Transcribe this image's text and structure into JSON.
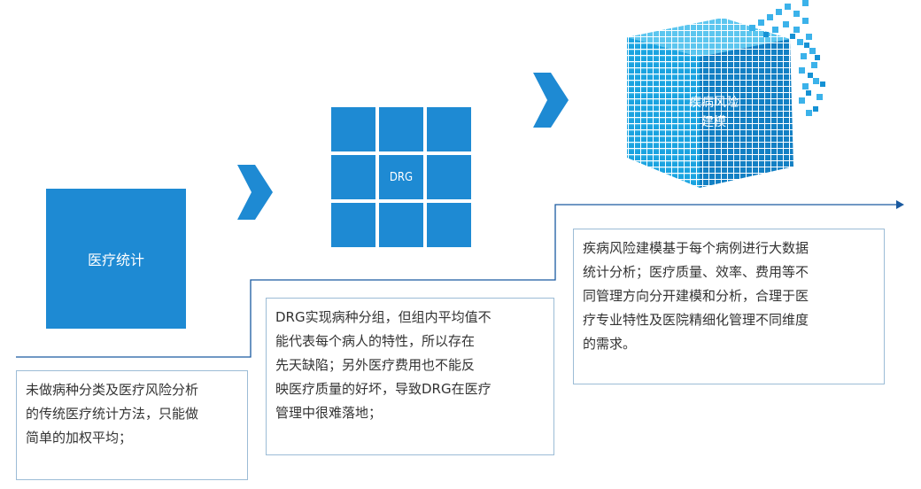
{
  "stages": [
    {
      "label": "医疗统计",
      "desc_lines": [
        "未做病种分类及医疗风险分析",
        "的传统医疗统计方法，只能做",
        "简单的加权平均；"
      ]
    },
    {
      "label": "DRG",
      "desc_lines": [
        "DRG实现病种分组，但组内平均值不",
        "能代表每个病人的特性，所以存在",
        "先天缺陷；另外医疗费用也不能反",
        "映医疗质量的好坏，导致DRG在医疗",
        "管理中很难落地；"
      ]
    },
    {
      "label_lines": [
        "疾病风险",
        "建模"
      ],
      "desc_lines": [
        "疾病风险建模基于每个病例进行大数据",
        "统计分析；医疗质量、效率、费用等不",
        "同管理方向分开建模和分析，合理于医",
        "疗专业特性及医院精细化管理不同维度",
        "的需求。"
      ]
    }
  ],
  "colors": {
    "primary": "#1e8ad3",
    "cube_front": "#1aa3e0",
    "cube_top": "#5cc6ef",
    "cube_side": "#1380c4",
    "line": "#1a5aa0",
    "box_border": "#9cbcd6"
  },
  "icons": [
    "chevron-right-arrow-icon",
    "chevron-right-arrow-icon",
    "step-line-arrow-icon"
  ]
}
